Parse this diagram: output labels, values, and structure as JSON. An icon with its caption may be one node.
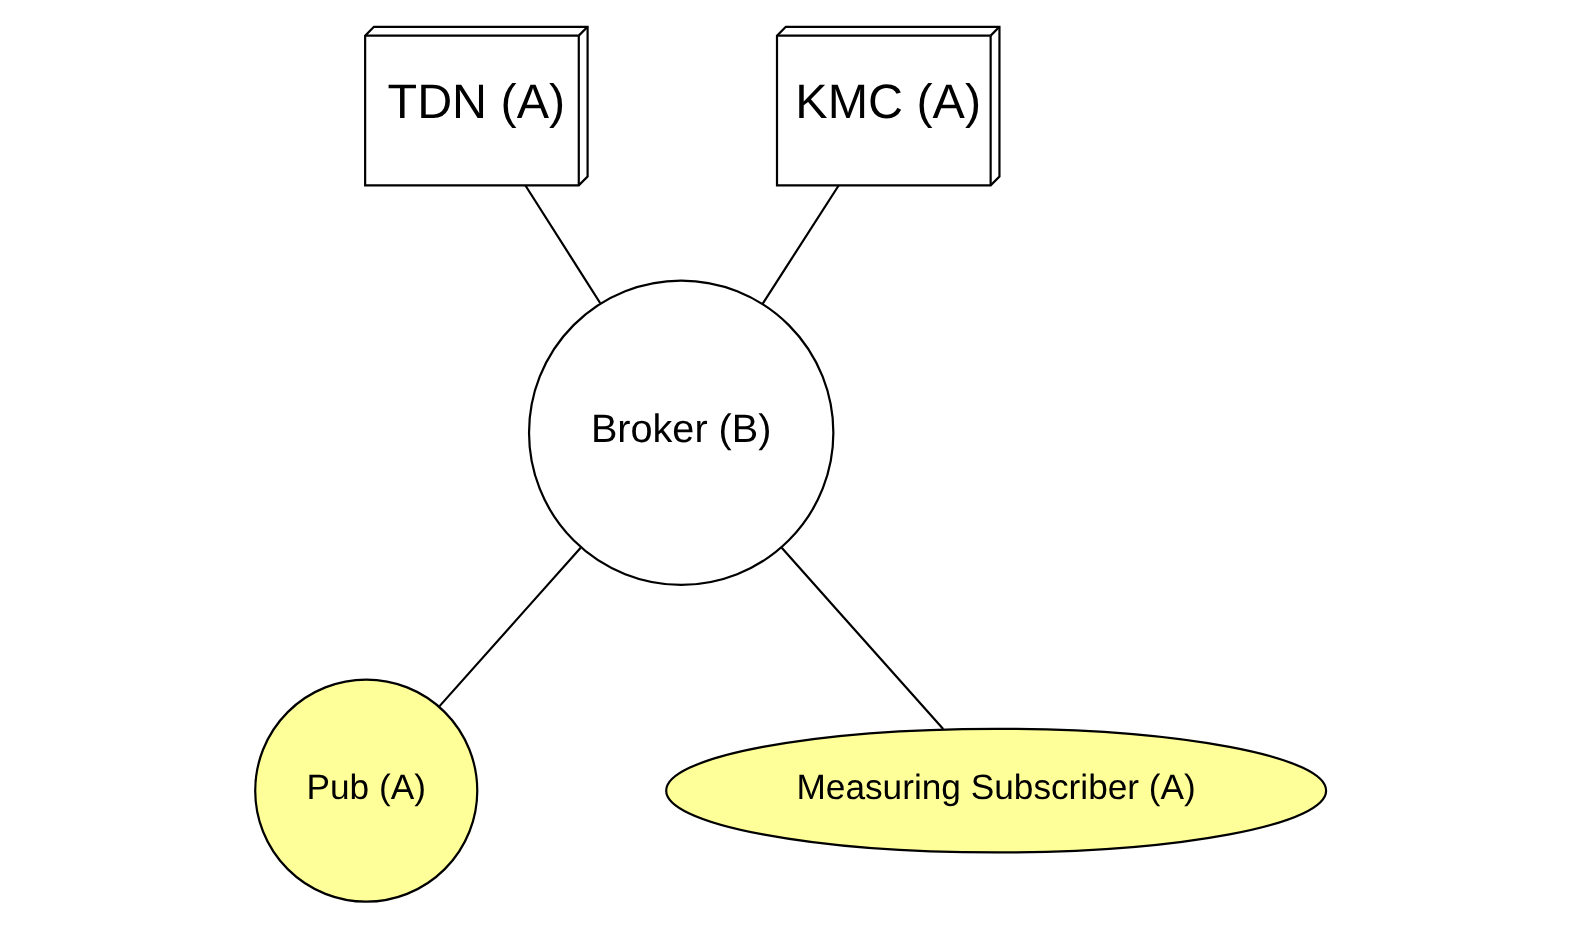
{
  "diagram": {
    "nodes": [
      {
        "text": [
          "TDN (A)"
        ]
      },
      {
        "text": [
          "KMC (A)"
        ]
      },
      {
        "text": [
          "Broker (B)"
        ]
      },
      {
        "text": [
          "Pub (A)"
        ]
      },
      {
        "text": [
          "Measuring Subscriber (A)"
        ]
      }
    ],
    "edges": [
      {
        "from": 0,
        "to": 2,
        "arrow": "none"
      },
      {
        "from": 1,
        "to": 2,
        "arrow": "none"
      },
      {
        "from": 2,
        "to": 3,
        "arrow": "none"
      },
      {
        "from": 2,
        "to": 4,
        "arrow": "none"
      }
    ]
  }
}
